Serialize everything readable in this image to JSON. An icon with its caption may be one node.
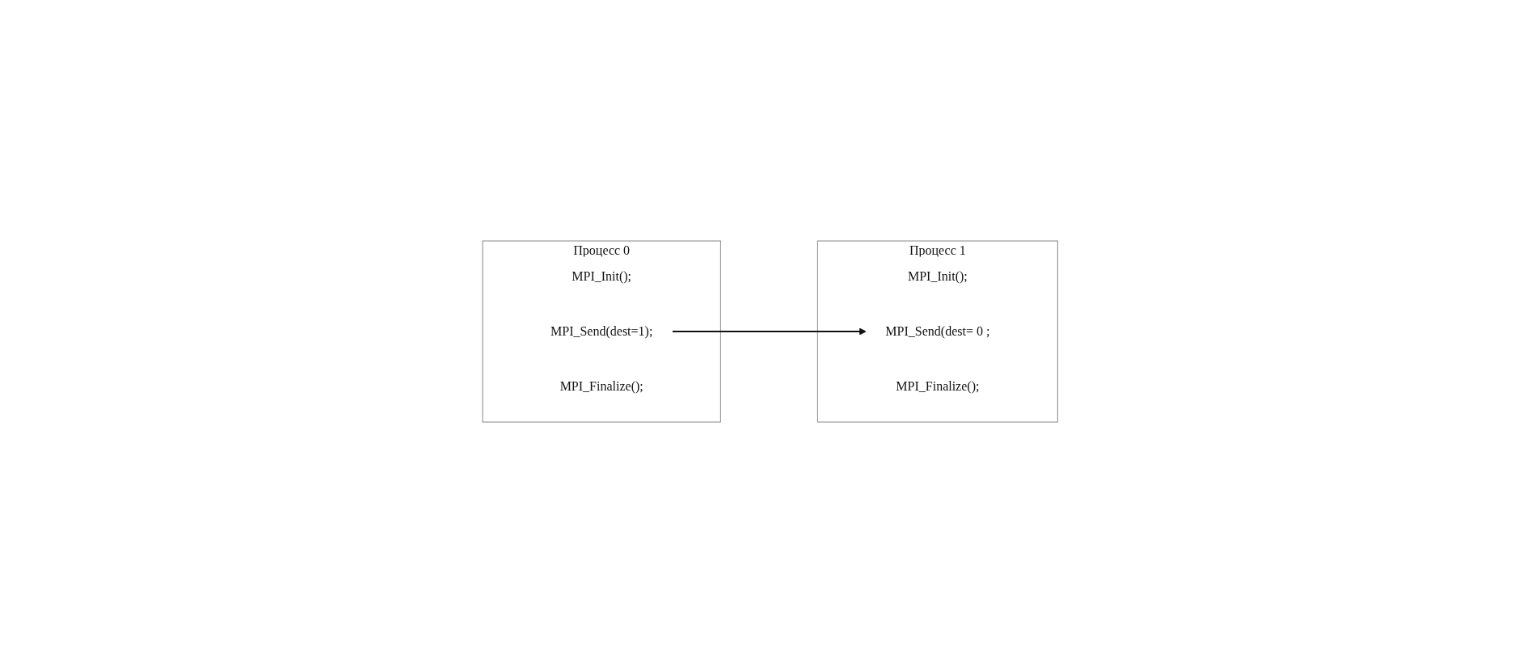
{
  "diagram": {
    "nodes": [
      {
        "text": [
          "Процесс 0"
        ]
      },
      {
        "text": [
          "MPI_Init();"
        ],
        "in": 0
      },
      {
        "text": [
          "MPI_Send(dest=1);"
        ],
        "in": 0
      },
      {
        "text": [
          "MPI_Finalize();"
        ],
        "in": 0
      },
      {
        "text": [
          "Процесс 1"
        ]
      },
      {
        "text": [
          "MPI_Init();"
        ],
        "in": 4
      },
      {
        "text": [
          "MPI_Send(dest= 0 ;"
        ],
        "in": 4
      },
      {
        "text": [
          "MPI_Finalize();"
        ],
        "in": 4
      }
    ],
    "edges": [
      {
        "from": 2,
        "to": 6,
        "arrow": "to"
      }
    ]
  }
}
